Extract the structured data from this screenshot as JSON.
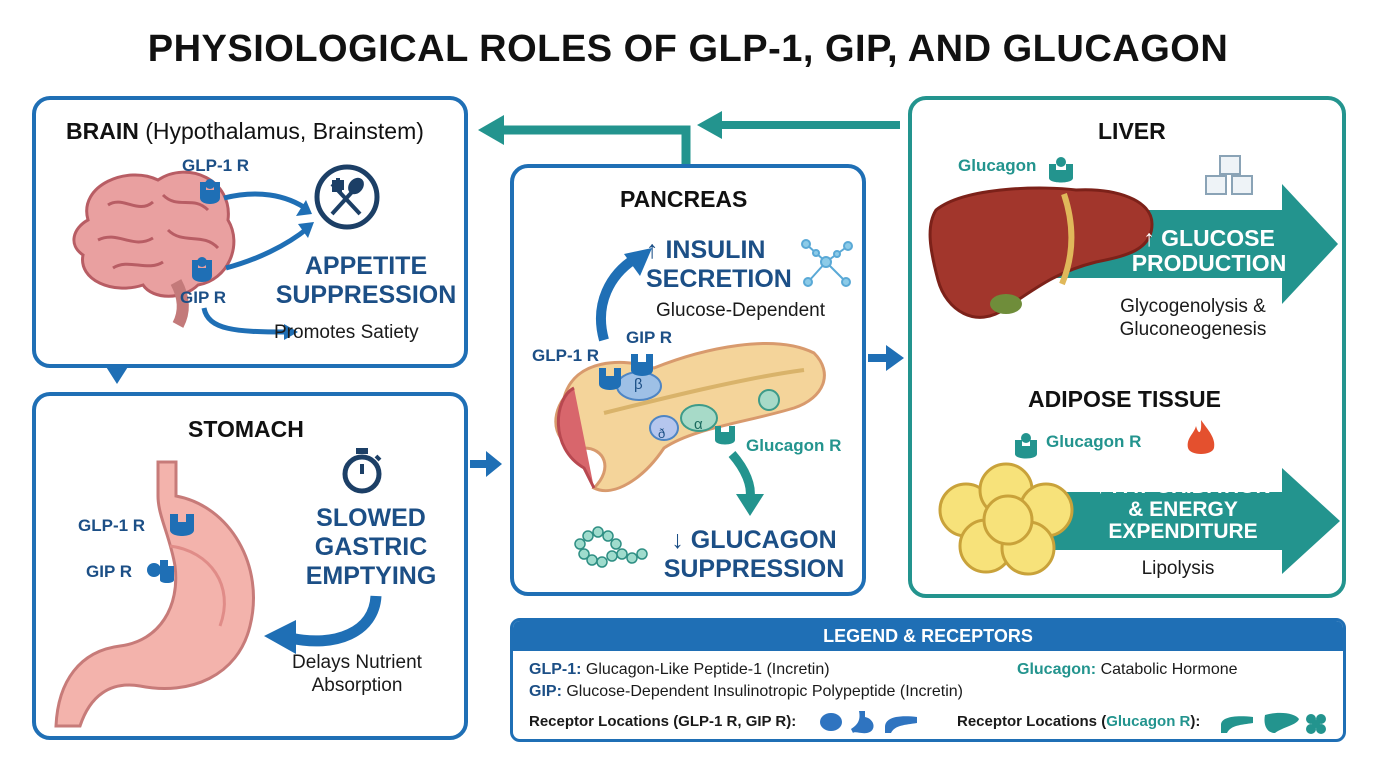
{
  "title": "PHYSIOLOGICAL ROLES OF GLP-1, GIP, AND GLUCAGON",
  "brain": {
    "heading": "BRAIN",
    "heading_sub": "(Hypothalamus, Brainstem)",
    "glp1_label": "GLP-1 R",
    "gip_label": "GIP R",
    "effect": "APPETITE SUPPRESSION",
    "note": "Promotes Satiety"
  },
  "stomach": {
    "heading": "STOMACH",
    "glp1_label": "GLP-1 R",
    "gip_label": "GIP R",
    "effect": "SLOWED GASTRIC EMPTYING",
    "note": "Delays Nutrient Absorption"
  },
  "pancreas": {
    "heading": "PANCREAS",
    "insulin_effect": "↑ INSULIN SECRETION",
    "insulin_note": "Glucose-Dependent",
    "glp1_label": "GLP-1 R",
    "gip_label": "GIP R",
    "glucagon_label": "Glucagon R",
    "cell_beta": "β",
    "cell_alpha": "α",
    "cell_delta": "ð",
    "glucagon_effect": "↓ GLUCAGON SUPPRESSION"
  },
  "liver": {
    "heading": "LIVER",
    "glucagon_label": "Glucagon",
    "effect": "↑ GLUCOSE PRODUCTION",
    "note": "Glycogenolysis & Gluconeogenesis"
  },
  "adipose": {
    "heading": "ADIPOSE TISSUE",
    "glucagon_label": "Glucagon R",
    "effect": "↑ FAT OXIDATION & ENERGY EXPENDITURE",
    "note": "Lipolysis"
  },
  "legend": {
    "title": "LEGEND & RECEPTORS",
    "glp1_term": "GLP-1:",
    "glp1_def": "Glucagon-Like Peptide-1 (Incretin)",
    "gip_term": "GIP:",
    "gip_def": "Glucose-Dependent Insulinotropic Polypeptide (Incretin)",
    "glucagon_term": "Glucagon:",
    "glucagon_def": "Catabolic Hormone",
    "incretin_locations_label": "Receptor Locations (GLP-1 R, GIP R):",
    "glucagon_locations_prefix": "Receptor Locations (",
    "glucagon_locations_term": "Glucagon R",
    "glucagon_locations_suffix": "):"
  },
  "colors": {
    "blue": "#1f6fb5",
    "teal": "#23948e",
    "navy": "#1c4f86"
  }
}
